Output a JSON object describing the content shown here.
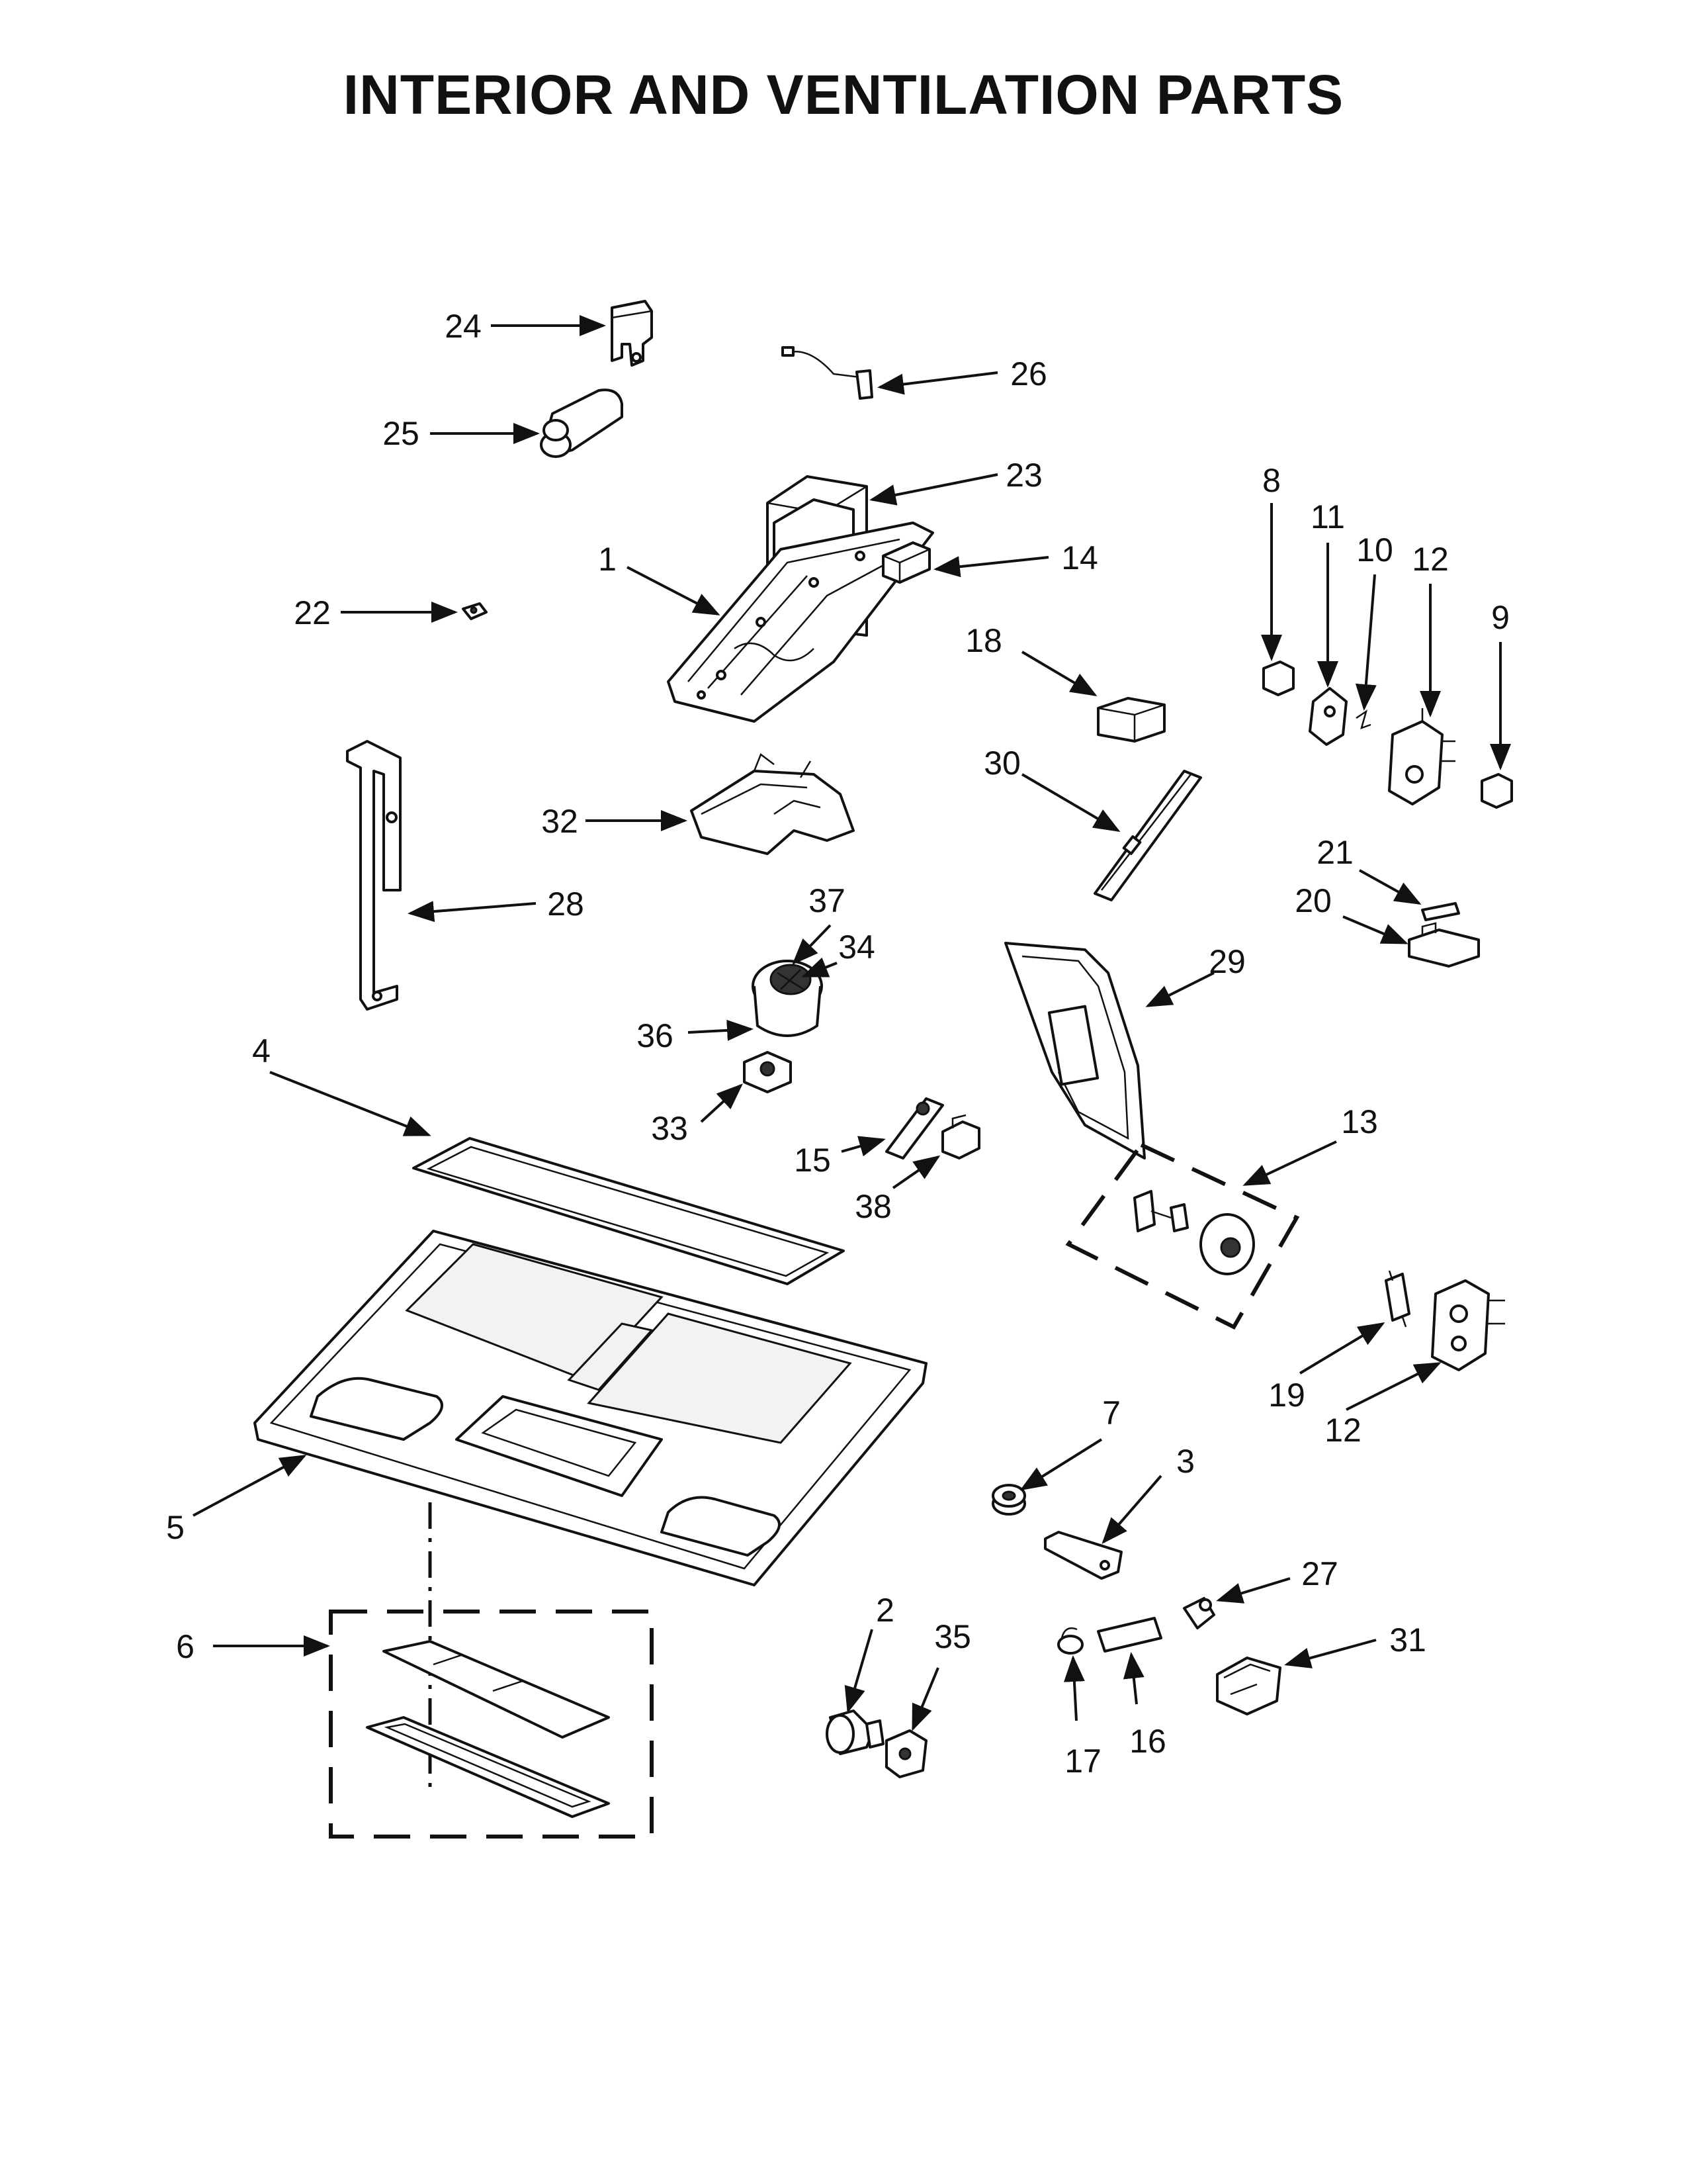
{
  "title": "INTERIOR AND VENTILATION PARTS",
  "callouts": [
    {
      "id": "c1",
      "label": "1"
    },
    {
      "id": "c2",
      "label": "2"
    },
    {
      "id": "c3",
      "label": "3"
    },
    {
      "id": "c4",
      "label": "4"
    },
    {
      "id": "c5",
      "label": "5"
    },
    {
      "id": "c6",
      "label": "6"
    },
    {
      "id": "c7",
      "label": "7"
    },
    {
      "id": "c8",
      "label": "8"
    },
    {
      "id": "c9",
      "label": "9"
    },
    {
      "id": "c10",
      "label": "10"
    },
    {
      "id": "c11",
      "label": "11"
    },
    {
      "id": "c12a",
      "label": "12"
    },
    {
      "id": "c12b",
      "label": "12"
    },
    {
      "id": "c13",
      "label": "13"
    },
    {
      "id": "c14",
      "label": "14"
    },
    {
      "id": "c15",
      "label": "15"
    },
    {
      "id": "c16",
      "label": "16"
    },
    {
      "id": "c17",
      "label": "17"
    },
    {
      "id": "c18",
      "label": "18"
    },
    {
      "id": "c19",
      "label": "19"
    },
    {
      "id": "c20",
      "label": "20"
    },
    {
      "id": "c21",
      "label": "21"
    },
    {
      "id": "c22",
      "label": "22"
    },
    {
      "id": "c23",
      "label": "23"
    },
    {
      "id": "c24",
      "label": "24"
    },
    {
      "id": "c25",
      "label": "25"
    },
    {
      "id": "c26",
      "label": "26"
    },
    {
      "id": "c27",
      "label": "27"
    },
    {
      "id": "c28",
      "label": "28"
    },
    {
      "id": "c29",
      "label": "29"
    },
    {
      "id": "c30",
      "label": "30"
    },
    {
      "id": "c31",
      "label": "31"
    },
    {
      "id": "c32",
      "label": "32"
    },
    {
      "id": "c33",
      "label": "33"
    },
    {
      "id": "c34",
      "label": "34"
    },
    {
      "id": "c35",
      "label": "35"
    },
    {
      "id": "c36",
      "label": "36"
    },
    {
      "id": "c37",
      "label": "37"
    },
    {
      "id": "c38",
      "label": "38"
    }
  ]
}
